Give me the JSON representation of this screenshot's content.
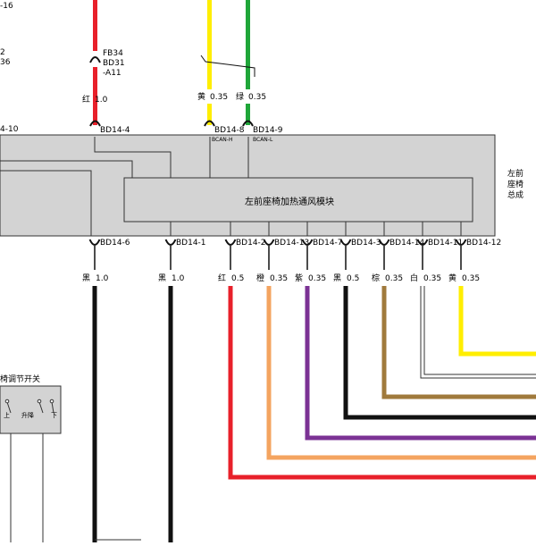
{
  "assembly": {
    "label_line1": "左前",
    "label_line2": "座椅",
    "label_line3": "总成"
  },
  "module": {
    "label": "左前座椅加热通风模块"
  },
  "partial_left_labels": {
    "top": "-16",
    "mid_a": "2",
    "mid_b": "36",
    "pin_left": "4-10"
  },
  "fuse": {
    "line1": "FB34",
    "line2": "BD31",
    "line3": "-A11"
  },
  "switch_box": {
    "title": "椅调节开关",
    "up": "上",
    "lift": "升降",
    "down": "下"
  },
  "top_wires": [
    {
      "id": "red-top",
      "color_name": "红",
      "gauge": "1.0",
      "pin": "BD14-4",
      "sub": "",
      "color": "#e8202a"
    },
    {
      "id": "yellow-top",
      "color_name": "黄",
      "gauge": "0.35",
      "pin": "BD14-8",
      "sub": "BCAN-H",
      "color": "#ffee00"
    },
    {
      "id": "green-top",
      "color_name": "绿",
      "gauge": "0.35",
      "pin": "BD14-9",
      "sub": "BCAN-L",
      "color": "#1fa639"
    }
  ],
  "bottom_wires": [
    {
      "id": "black-1",
      "pin": "BD14-6",
      "color_name": "黑",
      "gauge": "1.0",
      "color": "#111111"
    },
    {
      "id": "black-2",
      "pin": "BD14-1",
      "color_name": "黑",
      "gauge": "1.0",
      "color": "#111111"
    },
    {
      "id": "red",
      "pin": "BD14-2",
      "color_name": "红",
      "gauge": "0.5",
      "color": "#e8202a"
    },
    {
      "id": "orange",
      "pin": "BD14-13",
      "color_name": "橙",
      "gauge": "0.35",
      "color": "#f4a460"
    },
    {
      "id": "purple",
      "pin": "BD14-7",
      "color_name": "紫",
      "gauge": "0.35",
      "color": "#7b3294"
    },
    {
      "id": "black-3",
      "pin": "BD14-3",
      "color_name": "黑",
      "gauge": "0.5",
      "color": "#111111"
    },
    {
      "id": "brown",
      "pin": "BD14-14",
      "color_name": "棕",
      "gauge": "0.35",
      "color": "#a07a3c"
    },
    {
      "id": "white",
      "pin": "BD14-11",
      "color_name": "白",
      "gauge": "0.35",
      "color": "#ffffff"
    },
    {
      "id": "yellow",
      "pin": "BD14-12",
      "color_name": "黄",
      "gauge": "0.35",
      "color": "#ffee00"
    }
  ]
}
